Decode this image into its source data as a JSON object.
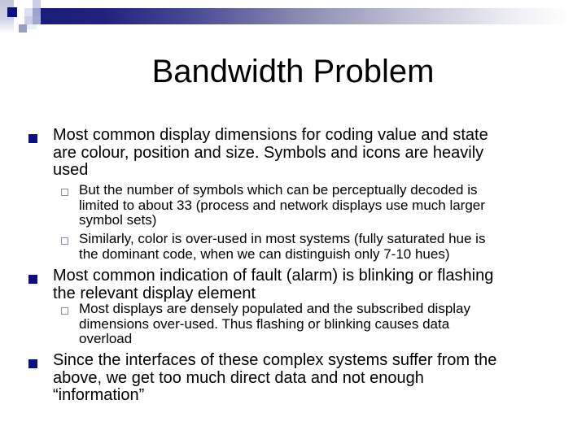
{
  "slide": {
    "title": "Bandwidth Problem",
    "bullets": [
      {
        "level": 1,
        "icon": "filled-square-bullet",
        "lines": [
          "Most common display dimensions for coding value and state",
          "are colour, position and size. Symbols and icons are heavily",
          "used"
        ]
      },
      {
        "level": 2,
        "icon": "hollow-square-bullet",
        "lines": [
          "But the number of symbols which can be perceptually decoded is",
          "limited to about 33 (process and network displays use much larger",
          "symbol sets)"
        ]
      },
      {
        "level": 2,
        "icon": "hollow-square-bullet",
        "lines": [
          "Similarly, color is over-used in most systems (fully saturated hue is",
          "the dominant code, when we can distinguish only 7-10 hues)"
        ]
      },
      {
        "level": 1,
        "icon": "filled-square-bullet",
        "lines": [
          "Most common indication of fault (alarm) is blinking or flashing",
          "the relevant display element"
        ]
      },
      {
        "level": 2,
        "icon": "hollow-square-bullet",
        "lines": [
          "Most displays are densely populated and the subscribed display",
          "dimensions over-used. Thus flashing or blinking causes data",
          "overload"
        ]
      },
      {
        "level": 1,
        "icon": "filled-square-bullet",
        "lines": [
          "Since the interfaces of these complex systems suffer from the",
          "above, we get too much direct data and not enough",
          "“information”"
        ]
      }
    ],
    "colors": {
      "background": "#FFFFFF",
      "title_text": "#000000",
      "body_text": "#000000",
      "bullet_navy": "#0D0D86",
      "sub_bullet_border": "#8A8AA5",
      "header_bar_start": "#1B1B7A",
      "header_bar_end": "#FFFFFF",
      "deco_light_lavender": "#C9CDE5",
      "deco_medium_lavender": "#9AA2CE"
    }
  }
}
